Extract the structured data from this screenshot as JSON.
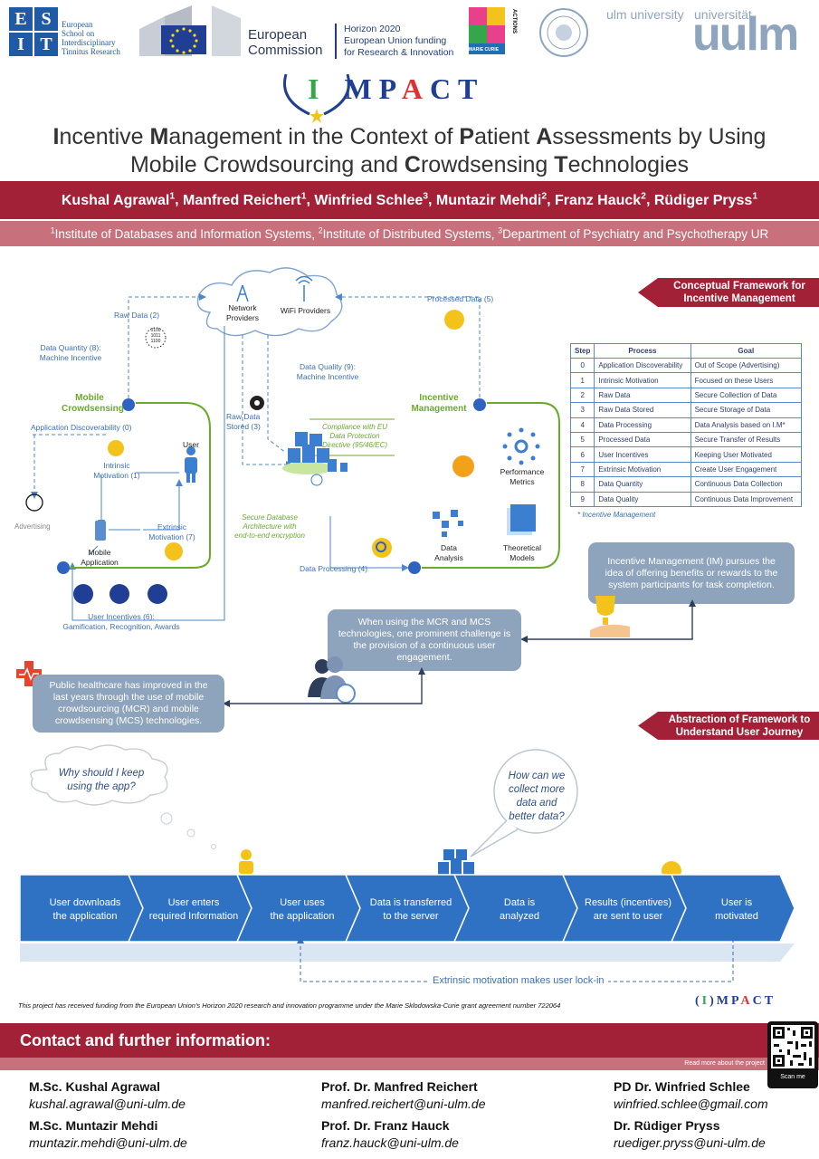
{
  "header": {
    "esit_letters": [
      "E",
      "S",
      "I",
      "T"
    ],
    "esit_text": [
      "European",
      "School on",
      "Interdisciplinary",
      "Tinnitus Research"
    ],
    "ec_text": [
      "European",
      "Commission"
    ],
    "h2020_text": [
      "Horizon 2020",
      "European Union funding",
      "for Research & Innovation"
    ],
    "marie_curie_text": [
      "MARIE CURIE",
      "ACTIONS"
    ],
    "ulm_small": [
      "ulm university",
      "universität"
    ],
    "ulm_big": "uulm",
    "impact_letters": [
      "I",
      "M",
      "P",
      "A",
      "C",
      "T"
    ]
  },
  "title": {
    "line1_parts": [
      {
        "b": "I"
      },
      {
        "t": "ncentive "
      },
      {
        "b": "M"
      },
      {
        "t": "anagement in the Context of "
      },
      {
        "b": "P"
      },
      {
        "t": "atient "
      },
      {
        "b": "A"
      },
      {
        "t": "ssessments by Using"
      }
    ],
    "line2_parts": [
      {
        "t": "Mobile Crowdsourcing and "
      },
      {
        "b": "C"
      },
      {
        "t": "rowdsensing "
      },
      {
        "b": "T"
      },
      {
        "t": "echnologies"
      }
    ]
  },
  "authors": [
    {
      "name": "Kushal Agrawal",
      "sup": "1"
    },
    {
      "name": "Manfred Reichert",
      "sup": "1"
    },
    {
      "name": "Winfried Schlee",
      "sup": "3"
    },
    {
      "name": "Muntazir Mehdi",
      "sup": "2"
    },
    {
      "name": "Franz Hauck",
      "sup": "2"
    },
    {
      "name": "Rüdiger Pryss",
      "sup": "1"
    }
  ],
  "institutes": [
    {
      "sup": "1",
      "name": "Institute of Databases and Information Systems"
    },
    {
      "sup": "2",
      "name": "Institute of Distributed Systems"
    },
    {
      "sup": "3",
      "name": "Department of Psychiatry and Psychotherapy UR"
    }
  ],
  "ribbons": {
    "framework": [
      "Conceptual Framework for",
      "Incentive Management"
    ],
    "abstraction": [
      "Abstraction of Framework to",
      "Understand User Journey"
    ]
  },
  "diagram": {
    "network_providers": [
      "Network",
      "Providers"
    ],
    "wifi_providers": "WiFi Providers",
    "raw_data": "Raw Data (2)",
    "processed_data": "Processed Data (5)",
    "data_quantity": [
      "Data Quantity (8):",
      "Machine Incentive"
    ],
    "mobile_crowdsensing": [
      "Mobile",
      "Crowdsensing"
    ],
    "incentive_management": [
      "Incentive",
      "Management"
    ],
    "app_discoverability": "Application Discoverability (0)",
    "intrinsic_motivation": [
      "Intrinsic",
      "Motivation (1)"
    ],
    "user": "User",
    "advertising": "Advertising",
    "extrinsic_motivation": [
      "Extrinsic",
      "Motivation (7)"
    ],
    "mobile_application": [
      "Mobile",
      "Application"
    ],
    "user_incentives": [
      "User Incentives (6):",
      "Gamification, Recognition, Awards"
    ],
    "data_quality": [
      "Data Quality (9):",
      "Machine Incentive"
    ],
    "raw_data_stored": [
      "Raw Data",
      "Stored (3)"
    ],
    "compliance": [
      "Compliance with EU",
      "Data Protection",
      "Directive (95/46/EC)"
    ],
    "secure_db": [
      "Secure Database",
      "Architecture with",
      "end-to-end encryption"
    ],
    "data_processing": "Data Processing (4)",
    "performance_metrics": [
      "Performance",
      "Metrics"
    ],
    "data_analysis": [
      "Data",
      "Analysis"
    ],
    "theoretical_models": [
      "Theoretical",
      "Models"
    ],
    "binary": [
      "0100",
      "1011",
      "1100"
    ]
  },
  "steps_table": {
    "headers": [
      "Step",
      "Process",
      "Goal"
    ],
    "rows": [
      [
        "0",
        "Application Discoverability",
        "Out of Scope (Advertising)"
      ],
      [
        "1",
        "Intrinsic Motivation",
        "Focused on these Users"
      ],
      [
        "2",
        "Raw Data",
        "Secure Collection of Data"
      ],
      [
        "3",
        "Raw Data Stored",
        "Secure Storage of Data"
      ],
      [
        "4",
        "Data Processing",
        "Data Analysis based on I.M*"
      ],
      [
        "5",
        "Processed Data",
        "Secure Transfer of Results"
      ],
      [
        "6",
        "User Incentives",
        "Keeping User Motivated"
      ],
      [
        "7",
        "Extrinsic Motivation",
        "Create User Engagement"
      ],
      [
        "8",
        "Data Quantity",
        "Continuous Data Collection"
      ],
      [
        "9",
        "Data Quality",
        "Continuous Data Improvement"
      ]
    ],
    "footnote": "* Incentive Management"
  },
  "info_boxes": {
    "im": "Incentive Management (IM) pursues the idea of offering benefits or rewards to the system participants for task completion.",
    "challenge": "When using the MCR and MCS technologies, one prominent challenge is the provision of a continuous user engagement.",
    "healthcare": "Public healthcare has improved in the last years through the use of mobile crowdsourcing (MCR) and mobile crowdsensing (MCS) technologies."
  },
  "journey": {
    "thought_left": [
      "Why should I keep",
      "using the app?"
    ],
    "thought_right": [
      "How can we",
      "collect more",
      "data and",
      "better data?"
    ],
    "steps": [
      [
        "User downloads",
        "the application"
      ],
      [
        "User enters",
        "required Information"
      ],
      [
        "User uses",
        "the application"
      ],
      [
        "Data is transferred",
        "to the server"
      ],
      [
        "Data is",
        "analyzed"
      ],
      [
        "Results (incentives)",
        "are sent to user"
      ],
      [
        "User is",
        "motivated"
      ]
    ],
    "lockin": "Extrinsic motivation makes user lock-in",
    "colors": {
      "arrow": "#2f72c4",
      "arrow_edge": "#1d4f92"
    }
  },
  "funding_text": "This project has received funding from the European Union's Horizon 2020 research and innovation programme under the Marie Sklodowska-Curie grant agreement number 722064",
  "contact": {
    "heading": "Contact and further information:",
    "read_more": "Read more about the project",
    "scan_me": "Scan me",
    "people": [
      {
        "name": "M.Sc. Kushal Agrawal",
        "email": "kushal.agrawal@uni-ulm.de"
      },
      {
        "name": "Prof. Dr. Manfred Reichert",
        "email": "manfred.reichert@uni-ulm.de"
      },
      {
        "name": "PD Dr. Winfried Schlee",
        "email": "winfried.schlee@gmail.com"
      },
      {
        "name": "M.Sc. Muntazir Mehdi",
        "email": "muntazir.mehdi@uni-ulm.de"
      },
      {
        "name": "Prof. Dr. Franz Hauck",
        "email": "franz.hauck@uni-ulm.de"
      },
      {
        "name": "Dr. Rüdiger Pryss",
        "email": "ruediger.pryss@uni-ulm.de"
      }
    ]
  },
  "colors": {
    "brand_red": "#a32136",
    "brand_pink": "#c8717d",
    "diagram_blue": "#3a6fb0",
    "green": "#6aaa2a"
  }
}
